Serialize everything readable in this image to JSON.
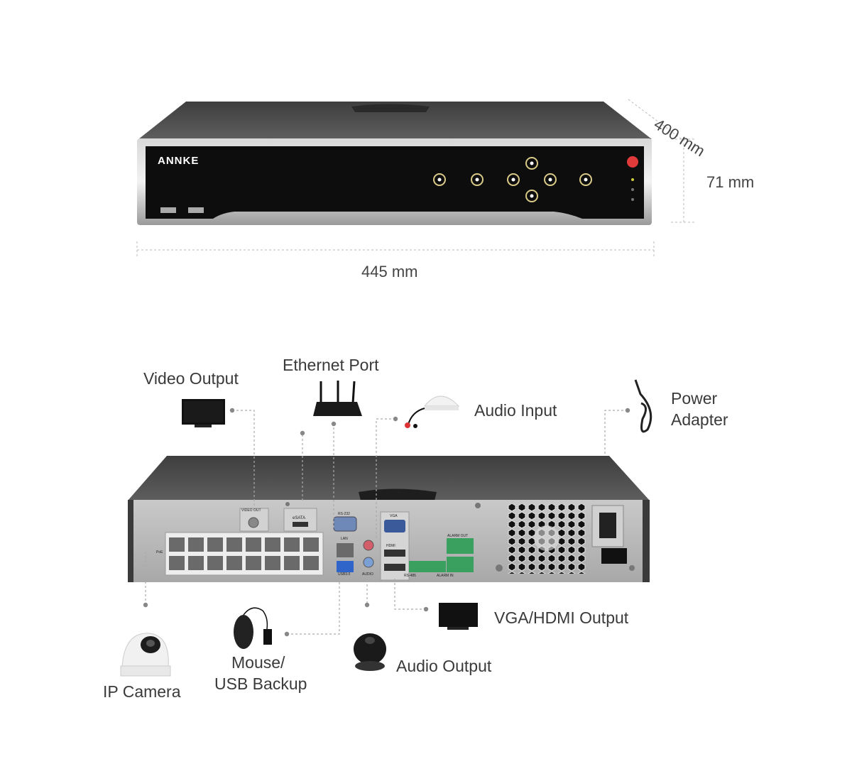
{
  "brand": "ANNKE",
  "dimensions": {
    "width": "445 mm",
    "depth": "400 mm",
    "height": "71 mm"
  },
  "labels": {
    "video_output": "Video Output",
    "ethernet_port": "Ethernet Port",
    "audio_input": "Audio Input",
    "power_adapter_line1": "Power",
    "power_adapter_line2": "Adapter",
    "vga_hdmi_output": "VGA/HDMI Output",
    "audio_output": "Audio Output",
    "mouse_line1": "Mouse/",
    "mouse_line2": "USB Backup",
    "ip_camera": "IP Camera"
  },
  "panel_labels": {
    "video_out": "VIDEO OUT",
    "esata": "eSATA",
    "rs232": "RS-232",
    "vga": "VGA",
    "lan": "LAN",
    "hdmi": "HDMI",
    "audio": "AUDIO",
    "usb": "USB3.0",
    "rs485": "RS-485",
    "alarm_out": "ALARM OUT",
    "alarm_in": "ALARM IN",
    "poe": "PoE"
  },
  "colors": {
    "accent_power": "#e03a3a",
    "panel_black": "#0d0d0d",
    "chassis": "#5a5a5a",
    "label": "#3a3a3a"
  }
}
